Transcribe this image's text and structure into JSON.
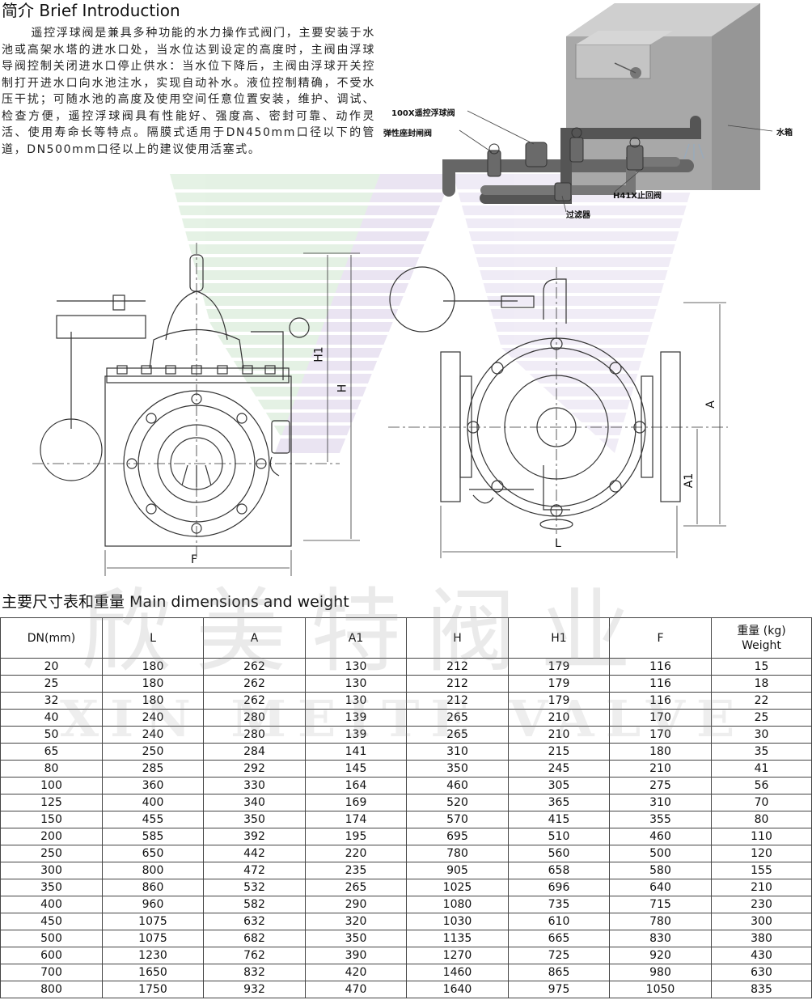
{
  "intro": {
    "heading": "简介 Brief Introduction",
    "text": "遥控浮球阀是兼具多种功能的水力操作式阀门，主要安装于水池或高架水塔的进水口处，当水位达到设定的高度时，主阀由浮球导阀控制关闭进水口停止供水：当水位下降后，主阀由浮球开关控制打开进水口向水池注水，实现自动补水。液位控制精确，不受水压干扰；可随水池的高度及使用空间任意位置安装，维护、调试、检查方便，遥控浮球阀具有性能好、强度高、密封可靠、动作灵活、使用寿命长等特点。隔膜式适用于DN450mm口径以下的管道，DN500mm口径以上的建议使用活塞式。"
  },
  "install_diagram": {
    "labels": {
      "remote_float_valve": "100X遥控浮球阀",
      "gate_valve": "弹性座封闸阀",
      "check_valve": "H41X止回阀",
      "filter": "过滤器",
      "tank": "水箱"
    }
  },
  "drawing": {
    "front_labels": {
      "h1": "H1",
      "h": "H",
      "f": "F"
    },
    "side_labels": {
      "a": "A",
      "a1": "A1",
      "l": "L"
    }
  },
  "watermark": {
    "cn": "欣美特阀业",
    "en": "XIN MEITE VALVE"
  },
  "table": {
    "heading": "主要尺寸表和重量 Main dimensions and weight",
    "headers": [
      "DN(mm)",
      "L",
      "A",
      "A1",
      "H",
      "H1",
      "F",
      "重量 (kg)\nWeight"
    ],
    "rows": [
      [
        "20",
        "180",
        "262",
        "130",
        "212",
        "179",
        "116",
        "15"
      ],
      [
        "25",
        "180",
        "262",
        "130",
        "212",
        "179",
        "116",
        "18"
      ],
      [
        "32",
        "180",
        "262",
        "130",
        "212",
        "179",
        "116",
        "22"
      ],
      [
        "40",
        "240",
        "280",
        "139",
        "265",
        "210",
        "170",
        "25"
      ],
      [
        "50",
        "240",
        "280",
        "139",
        "265",
        "210",
        "170",
        "30"
      ],
      [
        "65",
        "250",
        "284",
        "141",
        "310",
        "215",
        "180",
        "35"
      ],
      [
        "80",
        "285",
        "292",
        "145",
        "350",
        "245",
        "210",
        "41"
      ],
      [
        "100",
        "360",
        "330",
        "164",
        "460",
        "305",
        "275",
        "56"
      ],
      [
        "125",
        "400",
        "340",
        "169",
        "520",
        "365",
        "310",
        "70"
      ],
      [
        "150",
        "455",
        "350",
        "174",
        "570",
        "415",
        "355",
        "80"
      ],
      [
        "200",
        "585",
        "392",
        "195",
        "695",
        "510",
        "460",
        "110"
      ],
      [
        "250",
        "650",
        "442",
        "220",
        "780",
        "560",
        "500",
        "120"
      ],
      [
        "300",
        "800",
        "472",
        "235",
        "905",
        "658",
        "580",
        "155"
      ],
      [
        "350",
        "860",
        "532",
        "265",
        "1025",
        "696",
        "640",
        "210"
      ],
      [
        "400",
        "960",
        "582",
        "290",
        "1080",
        "735",
        "715",
        "230"
      ],
      [
        "450",
        "1075",
        "632",
        "320",
        "1030",
        "610",
        "780",
        "300"
      ],
      [
        "500",
        "1075",
        "682",
        "350",
        "1135",
        "665",
        "830",
        "380"
      ],
      [
        "600",
        "1230",
        "762",
        "390",
        "1270",
        "725",
        "920",
        "430"
      ],
      [
        "700",
        "1650",
        "832",
        "420",
        "1460",
        "865",
        "980",
        "630"
      ],
      [
        "800",
        "1750",
        "932",
        "470",
        "1640",
        "975",
        "1050",
        "835"
      ]
    ]
  }
}
